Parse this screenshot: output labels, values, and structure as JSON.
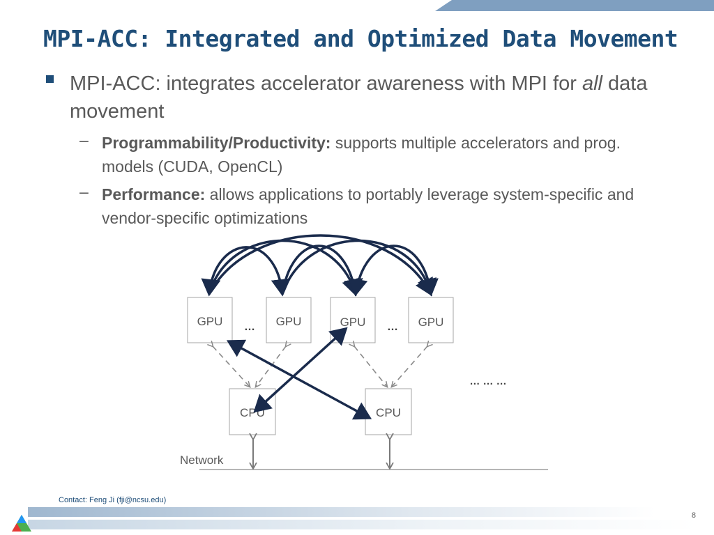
{
  "slide": {
    "title": "MPI-ACC: Integrated and Optimized Data Movement",
    "bullet": {
      "text_before": "MPI-ACC: integrates accelerator awareness with MPI for ",
      "italic": "all",
      "text_after": " data movement"
    },
    "subbullets": [
      {
        "bold": "Programmability/Productivity:",
        "text": " supports multiple accelerators and prog. models (CUDA, OpenCL)"
      },
      {
        "bold": "Performance:",
        "text": " allows applications to portably leverage system-specific and vendor-specific optimizations"
      }
    ],
    "dash": "–",
    "diagram": {
      "gpu_labels": [
        "GPU",
        "GPU",
        "GPU",
        "GPU"
      ],
      "cpu_labels": [
        "CPU",
        "CPU"
      ],
      "ellipsis_small": "…",
      "ellipsis_large": "… … …",
      "network_label": "Network"
    },
    "footer": {
      "contact": "Contact: Feng Ji (fji@ncsu.edu)",
      "page_number": "8"
    }
  },
  "colors": {
    "title": "#1f4e79",
    "text": "#595959",
    "arrow": "#1a2b4c",
    "accent": "#7f9fc0"
  }
}
